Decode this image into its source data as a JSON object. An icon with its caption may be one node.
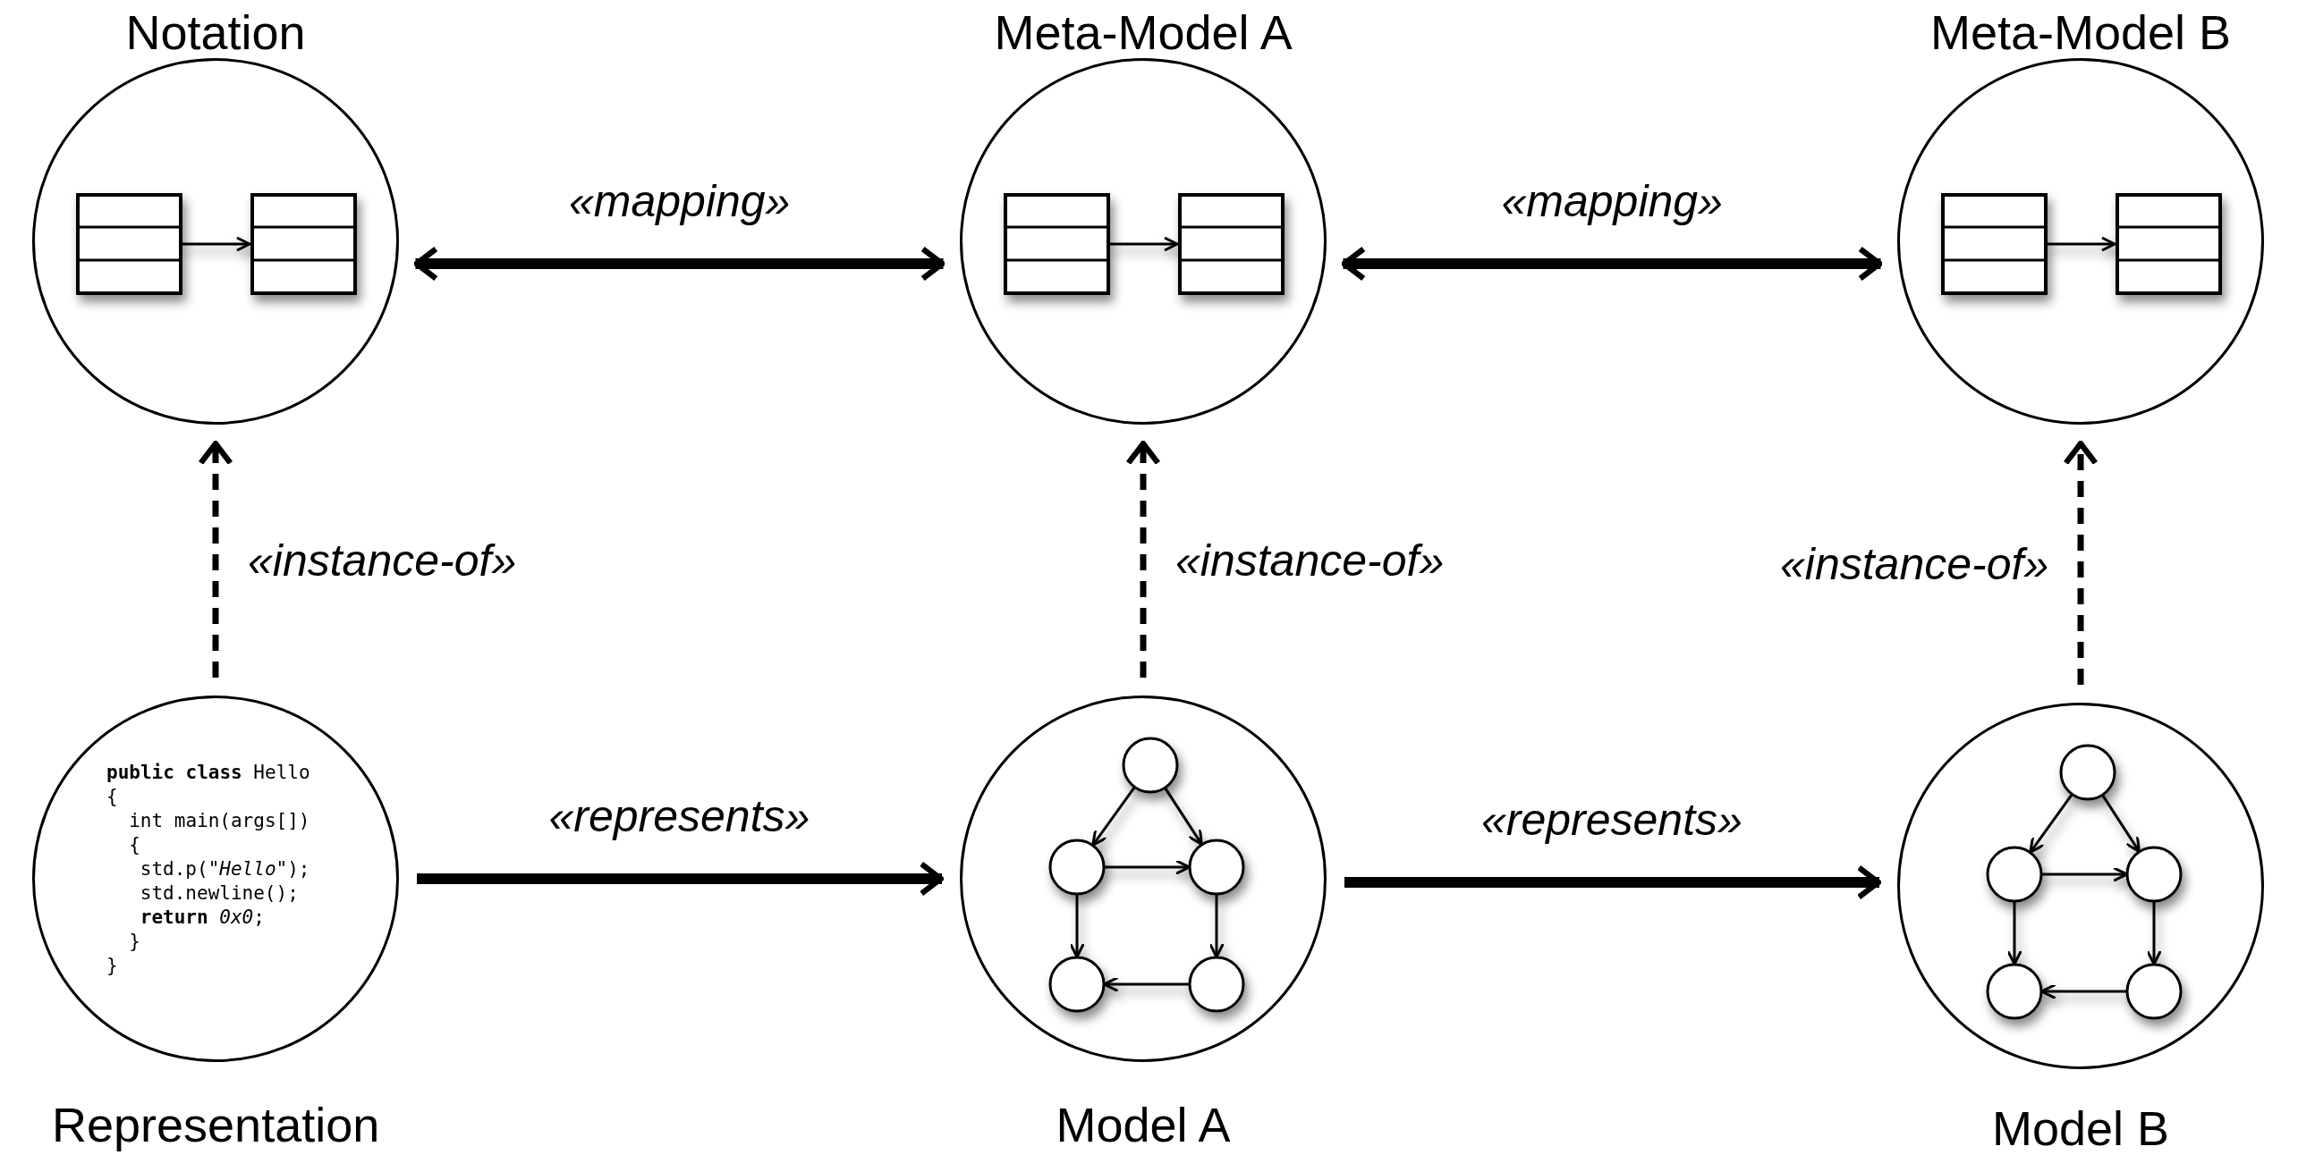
{
  "diagram": {
    "nodes": [
      {
        "text": [
          "Notation"
        ]
      },
      {
        "text": [
          "Meta-Model A"
        ]
      },
      {
        "text": [
          "Meta-Model B"
        ]
      },
      {
        "text": [
          "**public class** Hello",
          "{",
          "int main(args[])",
          "{",
          "std.p(\"*Hello*\");",
          "std.newline();",
          "**return** *0x0*;",
          "}",
          "}",
          "Representation"
        ]
      },
      {
        "text": [
          "Model A"
        ]
      },
      {
        "text": [
          "Model B"
        ]
      }
    ],
    "edges": [
      {
        "from": 0,
        "to": 1,
        "arrow": "both",
        "label": "«mapping»"
      },
      {
        "from": 1,
        "to": 2,
        "arrow": "both",
        "label": "«mapping»"
      },
      {
        "from": 3,
        "to": 0,
        "arrow": "to",
        "label": "«instance-of»",
        "style": "dashed"
      },
      {
        "from": 4,
        "to": 1,
        "arrow": "to",
        "label": "«instance-of»",
        "style": "dashed"
      },
      {
        "from": 5,
        "to": 2,
        "arrow": "to",
        "label": "«instance-of»",
        "style": "dashed"
      },
      {
        "from": 3,
        "to": 4,
        "arrow": "to",
        "label": "«represents»"
      },
      {
        "from": 4,
        "to": 5,
        "arrow": "to",
        "label": "«represents»"
      }
    ]
  }
}
